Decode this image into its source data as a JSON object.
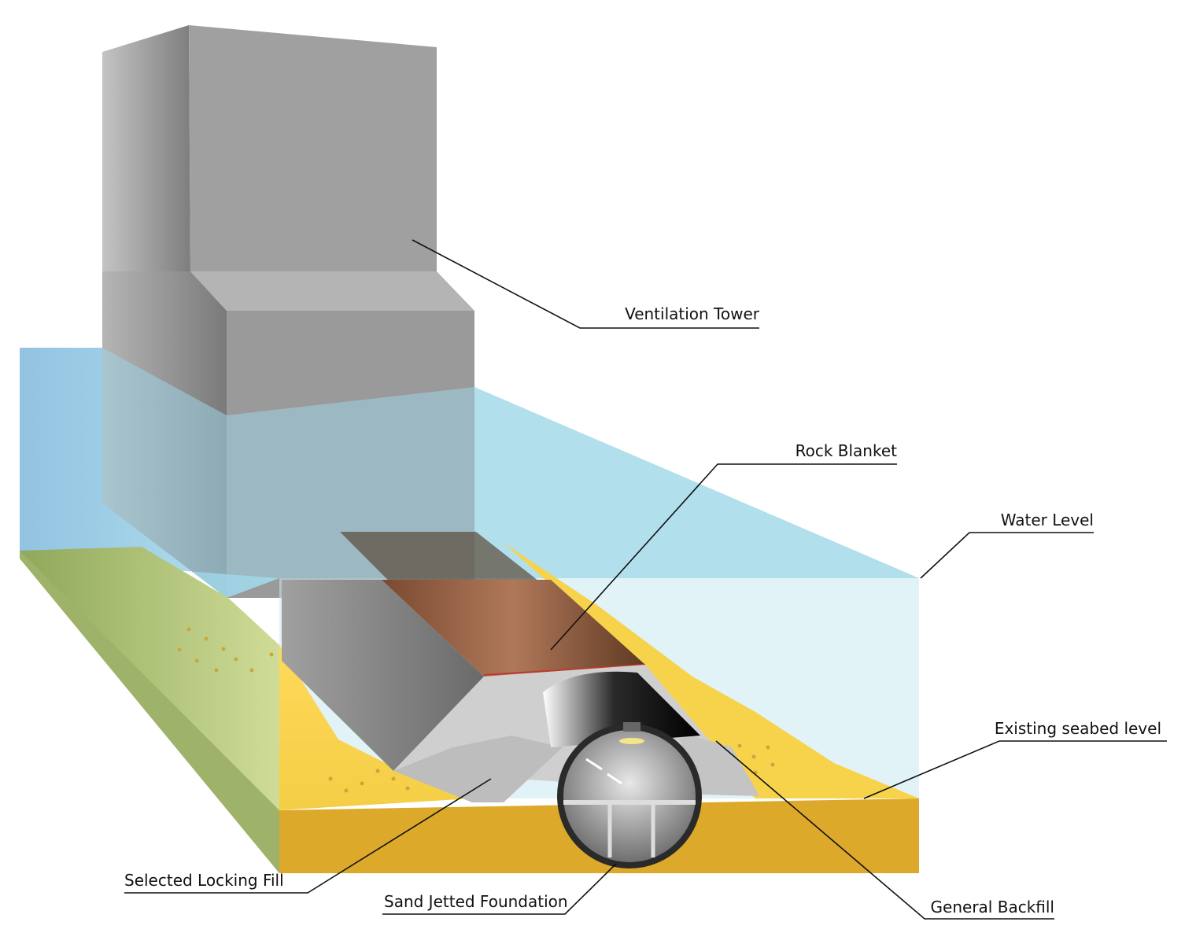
{
  "labels": {
    "ventilation_tower": "Ventilation Tower",
    "rock_blanket": "Rock Blanket",
    "water_level": "Water Level",
    "existing_seabed_level": "Existing seabed level",
    "selected_locking_fill": "Selected Locking Fill",
    "sand_jetted_foundation": "Sand Jetted Foundation",
    "general_backfill": "General Backfill"
  },
  "colors": {
    "water": "#8fd0e4",
    "sand": "#f6d34f",
    "sand_dark": "#d9a82a",
    "seabed_green": "#b6cc86",
    "concrete": "#a6a6a6",
    "rock": "#8b5a3c"
  }
}
